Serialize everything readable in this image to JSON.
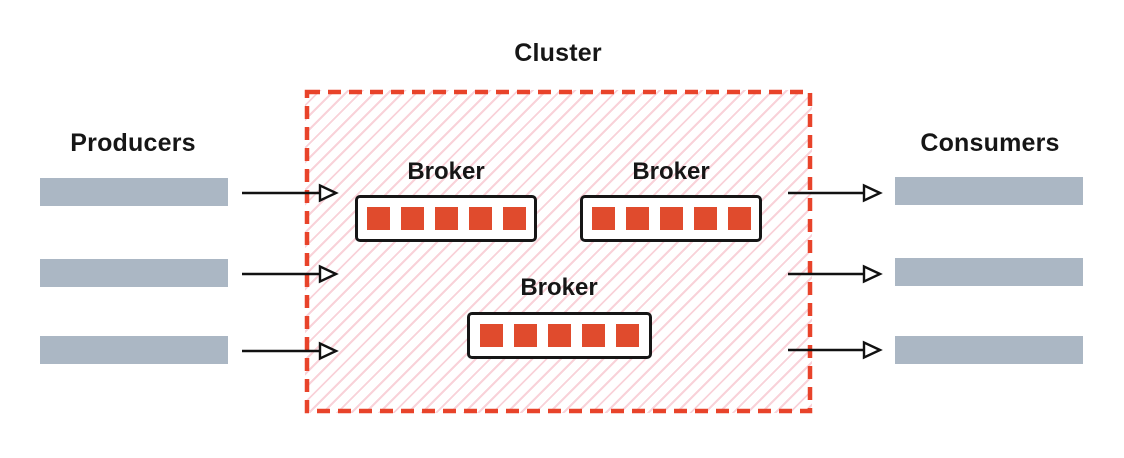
{
  "diagram": {
    "type": "kafka-cluster-architecture",
    "cluster": {
      "label": "Cluster",
      "brokers": [
        {
          "label": "Broker",
          "partitions": 5
        },
        {
          "label": "Broker",
          "partitions": 5
        },
        {
          "label": "Broker",
          "partitions": 5
        }
      ]
    },
    "producers": {
      "label": "Producers",
      "count": 3
    },
    "consumers": {
      "label": "Consumers",
      "count": 3
    },
    "arrows": {
      "producer_to_cluster": 3,
      "cluster_to_consumer": 3
    },
    "colors": {
      "cluster_border_red": "#e8432a",
      "partition_red": "#e04b2d",
      "hatch_pink": "#f9d2d9",
      "bar_gray": "#abb7c4",
      "text": "#161616",
      "background": "#ffffff"
    }
  }
}
